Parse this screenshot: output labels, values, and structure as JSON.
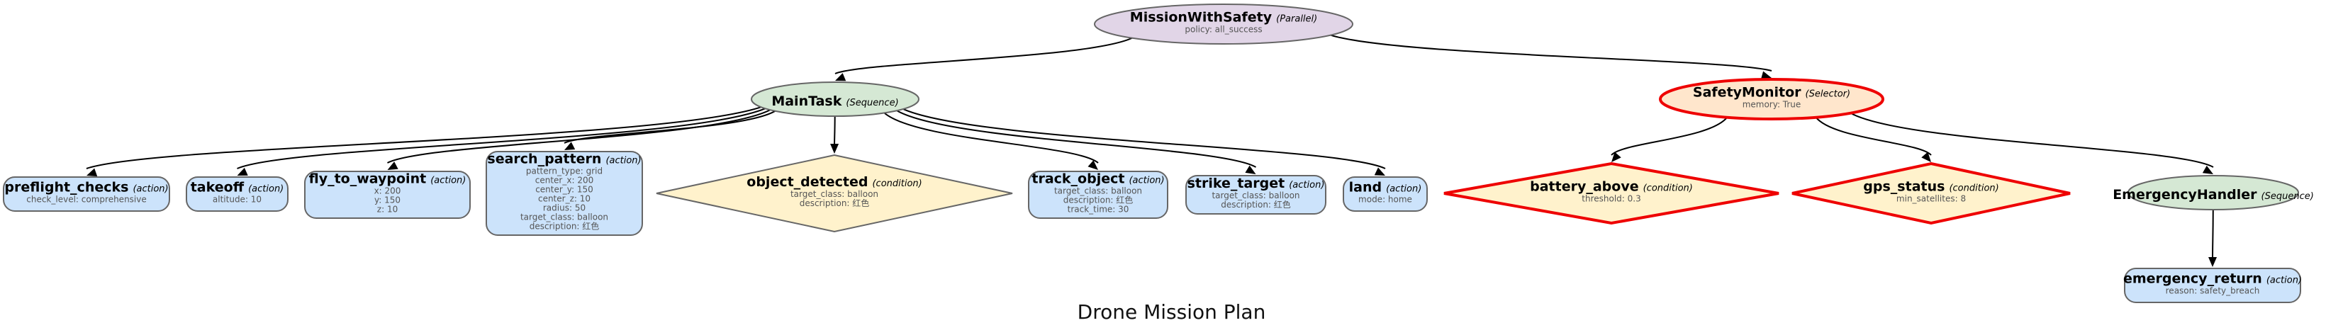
{
  "title": "Drone Mission Plan",
  "colors": {
    "parallel_fill": "#e1d5e7",
    "sequence_fill": "#d5e8d4",
    "selector_fill": "#ffe6cc",
    "action_fill": "#cce3fb",
    "condition_fill": "#fff2cc",
    "default_stroke": "#666666",
    "safety_stroke": "#ee0000",
    "edge": "#000000"
  },
  "nodes": [
    {
      "id": "MissionWithSafety",
      "name": "MissionWithSafety",
      "type": "(Parallel)",
      "kind": "parallel",
      "params": [
        "policy: all_success"
      ]
    },
    {
      "id": "MainTask",
      "name": "MainTask",
      "type": "(Sequence)",
      "kind": "sequence",
      "params": []
    },
    {
      "id": "SafetyMonitor",
      "name": "SafetyMonitor",
      "type": "(Selector)",
      "kind": "selector",
      "highlight": true,
      "params": [
        "memory: True"
      ]
    },
    {
      "id": "preflight_checks",
      "name": "preflight_checks",
      "type": "(action)",
      "kind": "action",
      "params": [
        "check_level: comprehensive"
      ]
    },
    {
      "id": "takeoff",
      "name": "takeoff",
      "type": "(action)",
      "kind": "action",
      "params": [
        "altitude: 10"
      ]
    },
    {
      "id": "fly_to_waypoint",
      "name": "fly_to_waypoint",
      "type": "(action)",
      "kind": "action",
      "params": [
        "x: 200",
        "y: 150",
        "z: 10"
      ]
    },
    {
      "id": "search_pattern",
      "name": "search_pattern",
      "type": "(action)",
      "kind": "action",
      "params": [
        "pattern_type: grid",
        "center_x: 200",
        "center_y: 150",
        "center_z: 10",
        "radius: 50",
        "target_class: balloon",
        "description: 红色"
      ]
    },
    {
      "id": "object_detected",
      "name": "object_detected",
      "type": "(condition)",
      "kind": "condition",
      "params": [
        "target_class: balloon",
        "description: 红色"
      ]
    },
    {
      "id": "track_object",
      "name": "track_object",
      "type": "(action)",
      "kind": "action",
      "params": [
        "target_class: balloon",
        "description: 红色",
        "track_time: 30"
      ]
    },
    {
      "id": "strike_target",
      "name": "strike_target",
      "type": "(action)",
      "kind": "action",
      "params": [
        "target_class: balloon",
        "description: 红色"
      ]
    },
    {
      "id": "land",
      "name": "land",
      "type": "(action)",
      "kind": "action",
      "params": [
        "mode: home"
      ]
    },
    {
      "id": "battery_above",
      "name": "battery_above",
      "type": "(condition)",
      "kind": "condition",
      "highlight": true,
      "params": [
        "threshold: 0.3"
      ]
    },
    {
      "id": "gps_status",
      "name": "gps_status",
      "type": "(condition)",
      "kind": "condition",
      "highlight": true,
      "params": [
        "min_satellites: 8"
      ]
    },
    {
      "id": "EmergencyHandler",
      "name": "EmergencyHandler",
      "type": "(Sequence)",
      "kind": "sequence",
      "params": []
    },
    {
      "id": "emergency_return",
      "name": "emergency_return",
      "type": "(action)",
      "kind": "action",
      "params": [
        "reason: safety_breach"
      ]
    }
  ],
  "edges": [
    [
      "MissionWithSafety",
      "MainTask"
    ],
    [
      "MissionWithSafety",
      "SafetyMonitor"
    ],
    [
      "MainTask",
      "preflight_checks"
    ],
    [
      "MainTask",
      "takeoff"
    ],
    [
      "MainTask",
      "fly_to_waypoint"
    ],
    [
      "MainTask",
      "search_pattern"
    ],
    [
      "MainTask",
      "object_detected"
    ],
    [
      "MainTask",
      "track_object"
    ],
    [
      "MainTask",
      "strike_target"
    ],
    [
      "MainTask",
      "land"
    ],
    [
      "SafetyMonitor",
      "battery_above"
    ],
    [
      "SafetyMonitor",
      "gps_status"
    ],
    [
      "SafetyMonitor",
      "EmergencyHandler"
    ],
    [
      "EmergencyHandler",
      "emergency_return"
    ]
  ]
}
